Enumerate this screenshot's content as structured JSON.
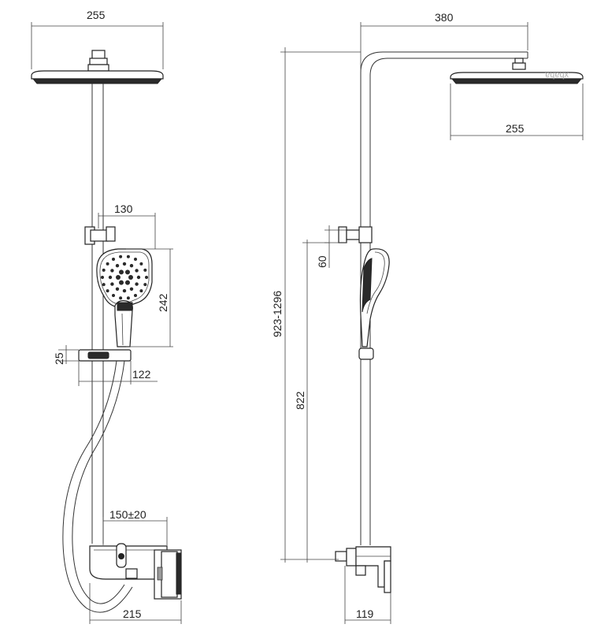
{
  "front_view": {
    "head_width": "255",
    "handshower_offset": "130",
    "handshower_height": "242",
    "holder_height": "25",
    "holder_width": "122",
    "spout_offset": "150±20",
    "mixer_width": "215"
  },
  "side_view": {
    "arm_reach": "380",
    "head_width": "255",
    "total_height": "923-1296",
    "bracket_height": "60",
    "mixer_height": "822",
    "mixer_depth": "119"
  },
  "watermark": "ɐɥɐɥx"
}
